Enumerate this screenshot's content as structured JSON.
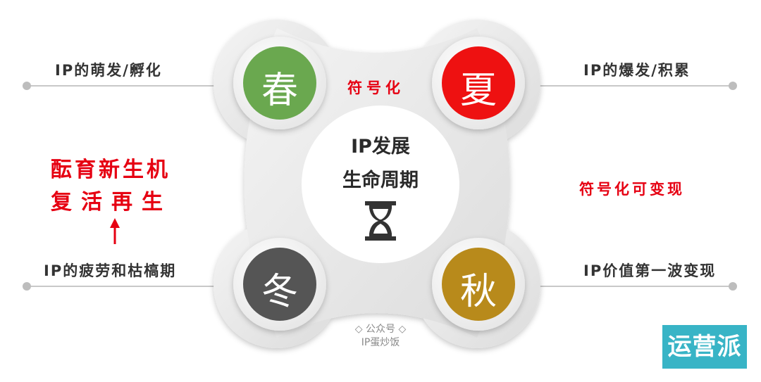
{
  "center": {
    "line1": "IP发展",
    "line2": "生命周期"
  },
  "seasons": {
    "spring": {
      "char": "春",
      "color": "#6aa84f"
    },
    "summer": {
      "char": "夏",
      "color": "#ee1111"
    },
    "autumn": {
      "char": "秋",
      "color": "#b88a1b"
    },
    "winter": {
      "char": "冬",
      "color": "#555555"
    }
  },
  "labels": {
    "top_left": "IP的萌发/孵化",
    "top_right": "IP的爆发/积累",
    "bottom_left": "IP的疲劳和枯槁期",
    "bottom_right": "IP价值第一波变现",
    "top_center": "符号化",
    "right_middle": "符号化可变现",
    "left_red_line1": "酝育新生机",
    "left_red_line2": "复活再生"
  },
  "watermark": {
    "line1": "◇ 公众号 ◇",
    "line2": "IP蛋炒饭"
  },
  "badge": "运营派",
  "icons": {
    "hourglass": "hourglass-icon",
    "arrow": "arrow-up-icon"
  }
}
